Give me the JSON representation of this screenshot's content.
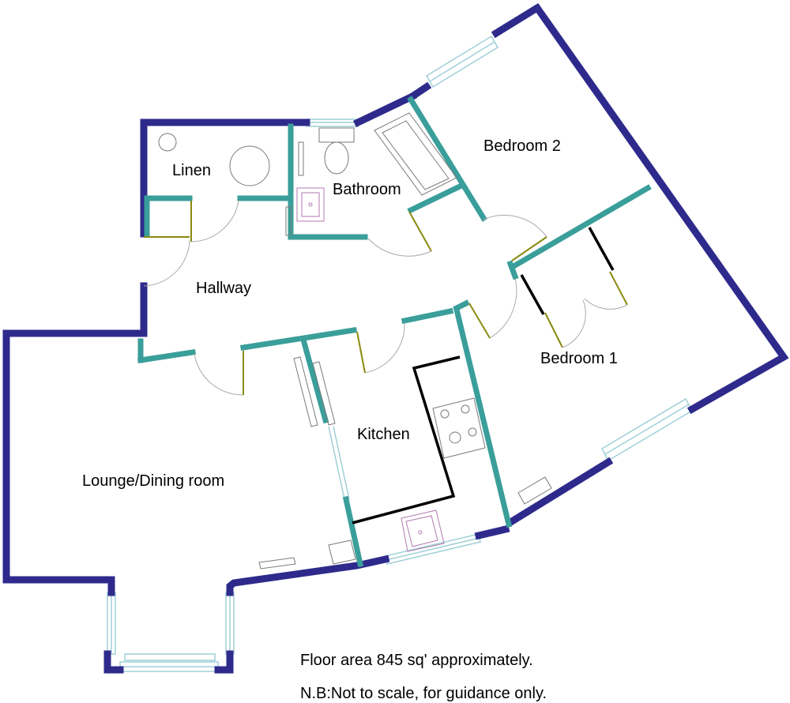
{
  "colors": {
    "external_wall": "#2e2a8c",
    "internal_wall": "#3a9e9a",
    "kitchen_counter": "#000000",
    "door_leaf": "#8a8a10",
    "window_glass": "#bfe0e8",
    "fixture": "#7a7a7a",
    "sink": "#b07ab0"
  },
  "rooms": {
    "linen": "Linen",
    "bathroom": "Bathroom",
    "bedroom2": "Bedroom 2",
    "hallway": "Hallway",
    "bedroom1": "Bedroom 1",
    "kitchen": "Kitchen",
    "lounge": "Lounge/Dining room"
  },
  "notes": {
    "floor_area": "Floor area 845 sq' approximately.",
    "disclaimer": "N.B:Not to scale, for guidance only."
  }
}
